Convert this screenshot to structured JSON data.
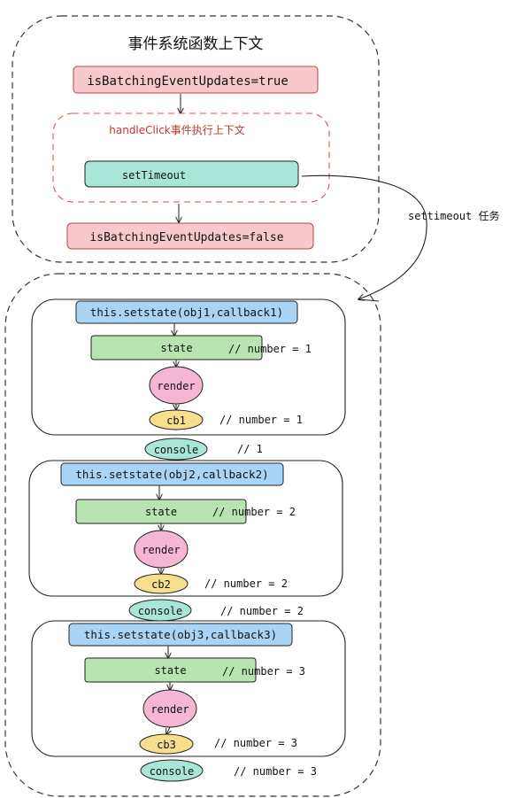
{
  "title": "事件系统函数上下文",
  "top": {
    "batch_true": "isBatchingEventUpdates=true",
    "handle_click": "handleClick事件执行上下文",
    "set_timeout": "setTimeout",
    "batch_false": "isBatchingEventUpdates=false"
  },
  "arrow_label": "settimeout 任务",
  "groups": [
    {
      "setstate": "this.setstate(obj1,callback1)",
      "state": "state",
      "state_comment": "// number = 1",
      "render": "render",
      "cb": "cb1",
      "cb_comment": "// number = 1",
      "console": "console",
      "console_comment": "// 1"
    },
    {
      "setstate": "this.setstate(obj2,callback2)",
      "state": "state",
      "state_comment": "// number = 2",
      "render": "render",
      "cb": "cb2",
      "cb_comment": "// number = 2",
      "console": "console",
      "console_comment": "// number = 2"
    },
    {
      "setstate": "this.setstate(obj3,callback3)",
      "state": "state",
      "state_comment": "// number = 3",
      "render": "render",
      "cb": "cb3",
      "cb_comment": "// number = 3",
      "console": "console",
      "console_comment": "// number = 3"
    }
  ],
  "colors": {
    "red_fill": "#f8c9cc",
    "red_stroke": "#c0392b",
    "teal_fill": "#a8e6d8",
    "blue_fill": "#a9d4f5",
    "green_fill": "#b7e4b0",
    "pink_fill": "#f4b6d2",
    "yellow_fill": "#f7df8e",
    "dashed": "#333333",
    "dashed_red": "#d9534f"
  }
}
